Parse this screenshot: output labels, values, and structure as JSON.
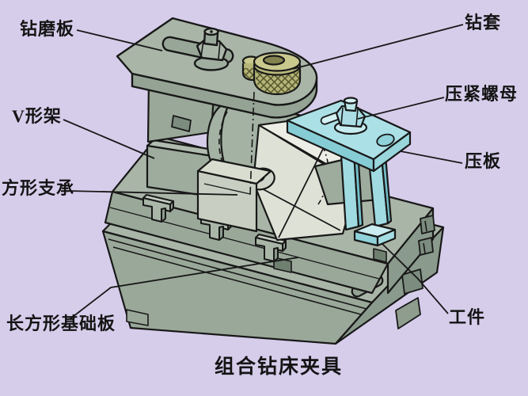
{
  "diagram": {
    "title": "组合钻床夹具",
    "labels": {
      "drill_template_plate": "钻磨板",
      "drill_bushing": "钻套",
      "clamping_nut": "压紧螺母",
      "pressure_plate": "压板",
      "v_frame": "V形架",
      "square_support": "方形支承",
      "rectangular_base_plate": "长方形基础板",
      "workpiece": "工件"
    },
    "colors": {
      "background": "#d6cdeb",
      "body_top": "#a9b5a7",
      "body_front": "#9aa899",
      "body_side": "#8a9a8c",
      "recess": "#7c8c7e",
      "support_front": "#c8cec1",
      "support_top": "#d9ddd0",
      "workpiece_fill": "#dee2d6",
      "clamp_cyan": "#abe0e6",
      "bushing_khaki": "#b5b577",
      "outline": "#181818"
    }
  }
}
